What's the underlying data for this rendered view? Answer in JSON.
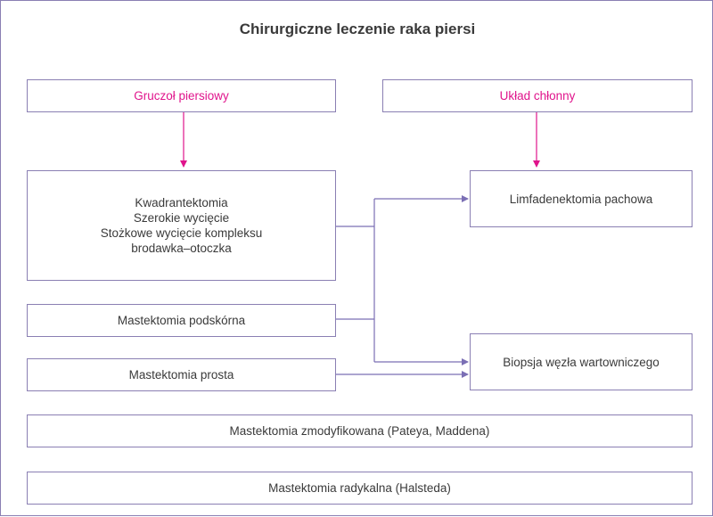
{
  "title": "Chirurgiczne leczenie raka piersi",
  "colors": {
    "border": "#8a7fb3",
    "text": "#3a3a3a",
    "accent": "#e0148c",
    "connector": "#7b6fb5"
  },
  "nodes": {
    "gland": "Gruczoł piersiowy",
    "lymph": "Układ chłonny",
    "conserving": [
      "Kwadrantektomia",
      "Szerokie wycięcie",
      "Stożkowe wycięcie kompleksu",
      "brodawka–otoczka"
    ],
    "subcutaneous": "Mastektomia podskórna",
    "simple": "Mastektomia prosta",
    "axillary": "Limfadenektomia pachowa",
    "sentinel": "Biopsja węzła wartowniczego",
    "modified": "Mastektomia zmodyfikowana (Pateya, Maddena)",
    "radical": "Mastektomia radykalna (Halsteda)"
  }
}
